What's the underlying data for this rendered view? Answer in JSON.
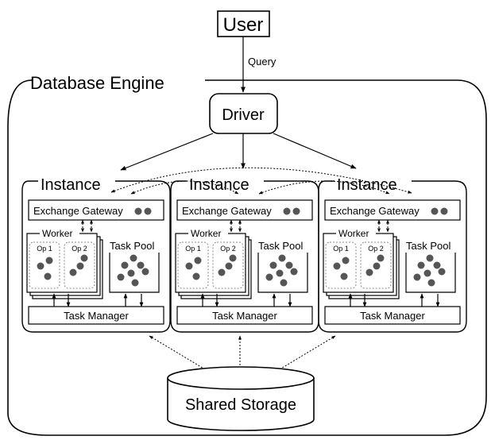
{
  "user": {
    "label": "User"
  },
  "query": {
    "label": "Query"
  },
  "engine": {
    "label": "Database Engine"
  },
  "driver": {
    "label": "Driver"
  },
  "storage": {
    "label": "Shared Storage"
  },
  "instances": [
    {
      "label": "Instance",
      "gateway_label": "Exchange Gateway",
      "worker_label": "Worker",
      "ops": [
        "Op 1",
        "Op 2"
      ],
      "pool_label": "Task Pool",
      "manager_label": "Task Manager"
    },
    {
      "label": "Instance",
      "gateway_label": "Exchange Gateway",
      "worker_label": "Worker",
      "ops": [
        "Op 1",
        "Op 2"
      ],
      "pool_label": "Task Pool",
      "manager_label": "Task Manager"
    },
    {
      "label": "Instance",
      "gateway_label": "Exchange Gateway",
      "worker_label": "Worker",
      "ops": [
        "Op 1",
        "Op 2"
      ],
      "pool_label": "Task Pool",
      "manager_label": "Task Manager"
    }
  ],
  "colors": {
    "dot": "#555555",
    "stroke": "#000000"
  }
}
